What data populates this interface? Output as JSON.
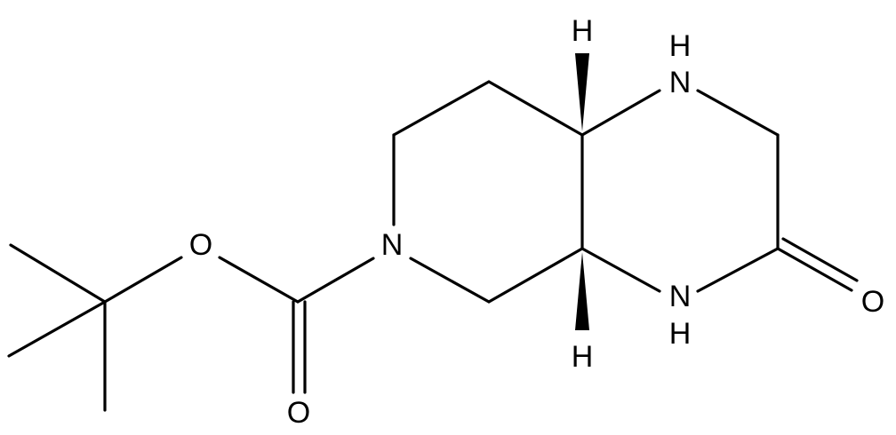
{
  "molecule": {
    "atoms": {
      "nh_top": {
        "element": "N",
        "h": "H"
      },
      "nh_bottom": {
        "element": "N",
        "h": "H"
      },
      "n_ring": {
        "element": "N"
      },
      "o_ester": {
        "element": "O"
      },
      "o_carbonyl_boc": {
        "element": "O"
      },
      "o_carbonyl_lactam": {
        "element": "O"
      },
      "h_top_stereo": {
        "element": "H"
      },
      "h_bottom_stereo": {
        "element": "H"
      }
    }
  }
}
